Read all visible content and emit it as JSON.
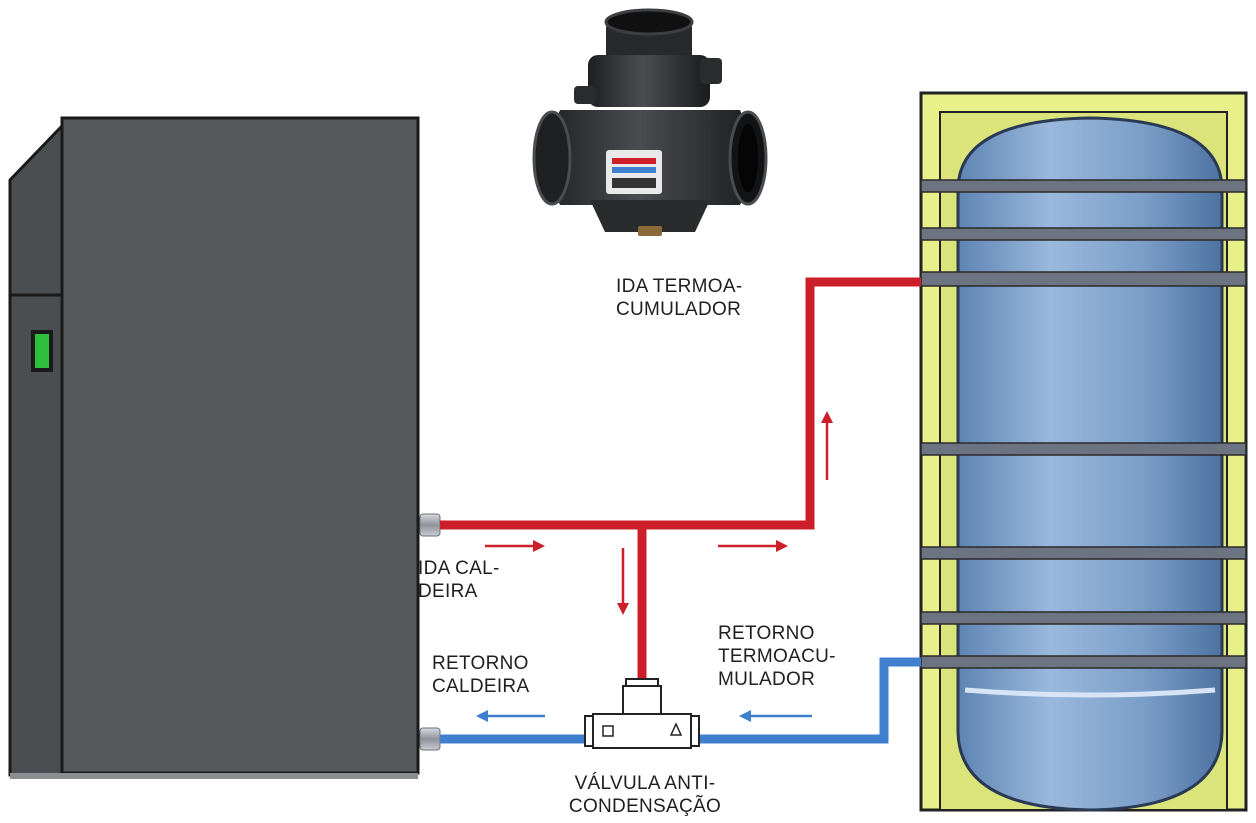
{
  "labels": {
    "ida_termoacumulador": [
      "IDA TERMOA-",
      "CUMULADOR"
    ],
    "ida_caldeira": [
      "IDA CAL-",
      "DEIRA"
    ],
    "retorno_termoacumulador": [
      "RETORNO",
      "TERMOACU-",
      "MULADOR"
    ],
    "retorno_caldeira": [
      "RETORNO",
      "CALDEIRA"
    ],
    "valvula": [
      "VÁLVULA ANTI-",
      "CONDENSAÇÃO"
    ]
  },
  "colors": {
    "boiler_body": "#55595c",
    "boiler_outline": "#1a1a1a",
    "indicator": "#2fbf3c",
    "hot_pipe": "#cc1f2a",
    "cold_pipe": "#3f7fce",
    "tank_body": "#7d9fc8",
    "tank_insulation": "#e8f08a",
    "valve_body": "#2a2b2d"
  }
}
